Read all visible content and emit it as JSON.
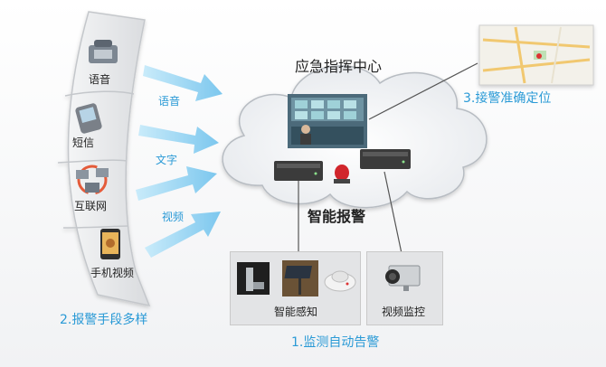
{
  "left_panel": {
    "items": [
      {
        "label": "语音",
        "icon": "telephone-icon"
      },
      {
        "label": "短信",
        "icon": "pda-phone-icon"
      },
      {
        "label": "互联网",
        "icon": "network-computers-icon"
      },
      {
        "label": "手机视频",
        "icon": "mobile-phone-icon"
      }
    ],
    "caption": "2.报警手段多样"
  },
  "arrows": {
    "labels": [
      "语音",
      "文字",
      "视频"
    ]
  },
  "center": {
    "title": "应急指挥中心",
    "subtitle": "智能报警"
  },
  "map": {
    "caption": "3.接警准确定位"
  },
  "bottom": {
    "sensing_label": "智能感知",
    "monitor_label": "视频监控",
    "caption": "1.监测自动告警"
  },
  "colors": {
    "accent_blue": "#2a9ad6",
    "arrow_blue": "#8fd0f0",
    "cloud_edge": "#b7bcc2"
  }
}
